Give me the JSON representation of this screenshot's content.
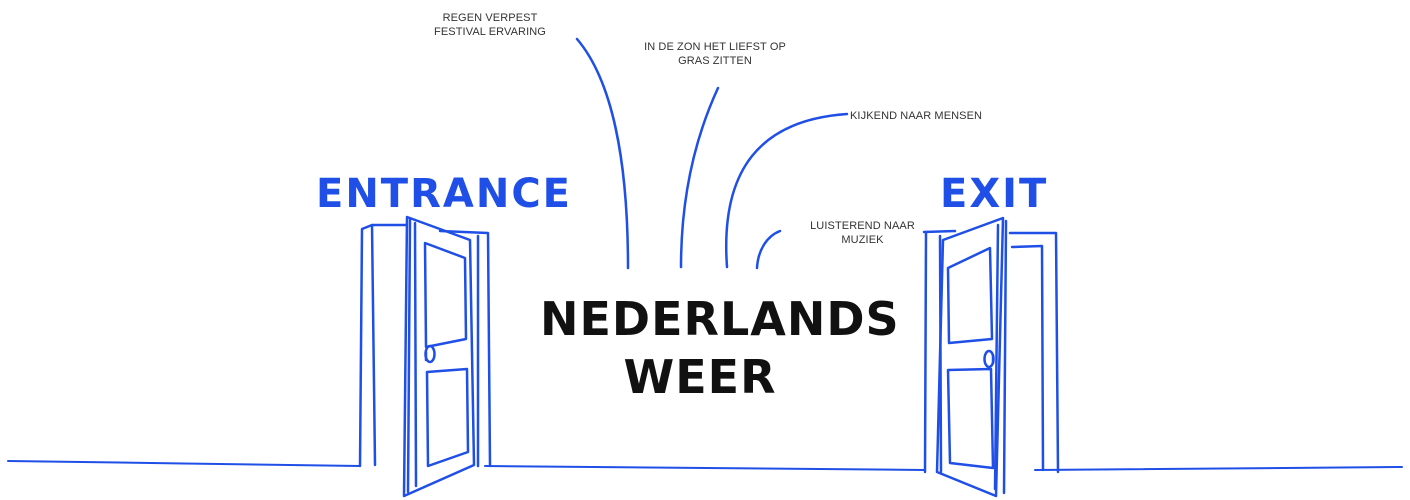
{
  "colors": {
    "ink": "#1f4fe6",
    "headline": "#111111",
    "annotation": "#333333"
  },
  "signs": {
    "entrance": "ENTRANCE",
    "exit": "EXIT"
  },
  "headline": {
    "line1": "NEDERLANDS",
    "line2": "WEER"
  },
  "annotations": [
    {
      "id": "regen",
      "text": "REGEN VERPEST\nFESTIVAL ERVARING"
    },
    {
      "id": "zon",
      "text": "IN DE ZON HET LIEFST OP\nGRAS ZITTEN"
    },
    {
      "id": "mensen",
      "text": "KIJKEND NAAR MENSEN"
    },
    {
      "id": "muziek",
      "text": "LUISTEREND NAAR\nMUZIEK"
    }
  ]
}
